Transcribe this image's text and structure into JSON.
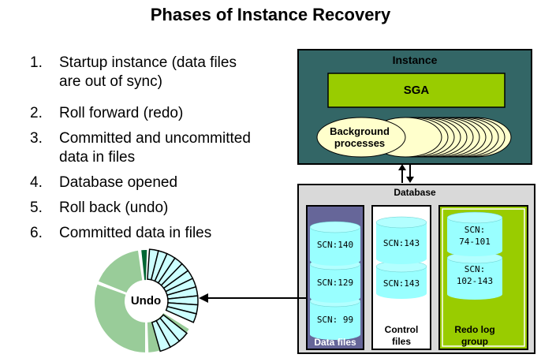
{
  "title": "Phases of Instance Recovery",
  "steps": [
    {
      "num": "1.",
      "line1": "Startup instance (data files",
      "line2": "are out of sync)"
    },
    {
      "num": "2.",
      "line1": "Roll forward (redo)",
      "line2": ""
    },
    {
      "num": "3.",
      "line1": "Committed and uncommitted",
      "line2": "data in files"
    },
    {
      "num": "4.",
      "line1": "Database opened",
      "line2": ""
    },
    {
      "num": "5.",
      "line1": "Roll back (undo)",
      "line2": ""
    },
    {
      "num": "6.",
      "line1": "Committed data in files",
      "line2": ""
    }
  ],
  "instance": {
    "label": "Instance",
    "sga": "SGA",
    "bg_line1": "Background",
    "bg_line2": "processes"
  },
  "database": {
    "label": "Database",
    "data_files": {
      "scn": [
        "SCN:140",
        "SCN:129",
        "SCN: 99"
      ],
      "label": "Data files"
    },
    "control_files": {
      "scn": [
        "SCN:143",
        "SCN:143"
      ],
      "label1": "Control",
      "label2": "files"
    },
    "redo_log": {
      "scn_a1": "SCN:",
      "scn_a2": "74-101",
      "scn_b1": "SCN:",
      "scn_b2": "102-143",
      "label1": "Redo log",
      "label2": "group"
    }
  },
  "undo": {
    "label": "Undo"
  },
  "colors": {
    "panel": "#336666",
    "sga": "#99cc00",
    "bg_process": "#ffffcc",
    "database_panel": "#d9d9d9",
    "data_files": "#666699",
    "cylinder": "#99ffff",
    "redo_log": "#99cc00",
    "undo_ring": "#99cc99",
    "undo_segment": "#ccffff",
    "undo_active": "#006633"
  }
}
